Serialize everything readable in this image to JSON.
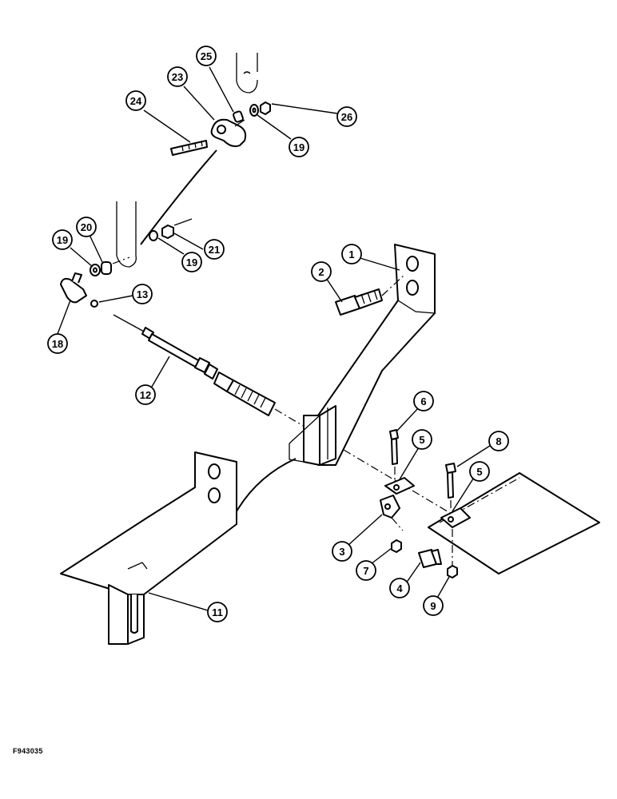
{
  "figure": {
    "id": "F943035",
    "callouts": [
      {
        "label": "1",
        "part": "bracket-large"
      },
      {
        "label": "2",
        "part": "bolt-bracket"
      },
      {
        "label": "3",
        "part": "clamp-lower"
      },
      {
        "label": "4",
        "part": "bolt-clamp"
      },
      {
        "label": "5",
        "part": "clamp-upper"
      },
      {
        "label": "5",
        "part": "clamp-right"
      },
      {
        "label": "6",
        "part": "bolt-top-clamp"
      },
      {
        "label": "7",
        "part": "nut-clamp"
      },
      {
        "label": "8",
        "part": "bolt-right-clamp"
      },
      {
        "label": "9",
        "part": "nut-right-clamp"
      },
      {
        "label": "11",
        "part": "bracket-lower"
      },
      {
        "label": "12",
        "part": "control-cable"
      },
      {
        "label": "13",
        "part": "nut-cable-end"
      },
      {
        "label": "18",
        "part": "cable-end-fitting"
      },
      {
        "label": "19",
        "part": "washer-left"
      },
      {
        "label": "19",
        "part": "washer-middle"
      },
      {
        "label": "19",
        "part": "washer-top"
      },
      {
        "label": "20",
        "part": "spacer-left"
      },
      {
        "label": "21",
        "part": "nut-middle"
      },
      {
        "label": "23",
        "part": "rod-end"
      },
      {
        "label": "24",
        "part": "bolt-rod-end"
      },
      {
        "label": "25",
        "part": "spacer-top"
      },
      {
        "label": "26",
        "part": "nut-top"
      }
    ]
  }
}
